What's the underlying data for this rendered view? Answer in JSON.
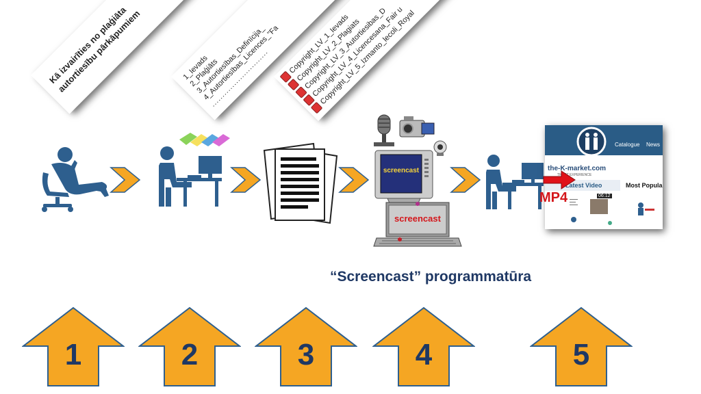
{
  "cards": {
    "card1_lines": [
      "Kā izvairīties no plaģiāta",
      "autortiesību pārkāpumiem"
    ],
    "card2_lines": [
      "1_Ievads",
      "2_Plaģiāts",
      "3_Autortiesības_Definīcija_",
      "4_Autortiesības_Licences_\"Fa"
    ],
    "card3_files": [
      "Copyright_LV_1_Ievads",
      "Copyright_LV_2_Plagiats",
      "Copyright_LV_3_Autortiesibas_D",
      "Copyright_LV_4_Licencesana_Fair u",
      "Copyright_LV_5_Izmanto_lecoli_Royal"
    ]
  },
  "screens": {
    "monitor_label": "screencast",
    "laptop_label": "screencast"
  },
  "kmarket": {
    "nav": [
      "Catalogue",
      "News"
    ],
    "brand": "the-K-market.com",
    "tagline": "TRUST EXPERIENCE",
    "tab_latest": "Latest Video",
    "tab_popular": "Most Popula",
    "time": "06:12"
  },
  "mp4_label": "MP4",
  "caption": "“Screencast” programmatūra",
  "steps": [
    "1",
    "2",
    "3",
    "4",
    "5"
  ],
  "colors": {
    "figure": "#2e5f8e",
    "chevron": "#f5a623",
    "arrow": "#f5a623",
    "number": "#1f3864",
    "mp4": "#d4161b"
  }
}
